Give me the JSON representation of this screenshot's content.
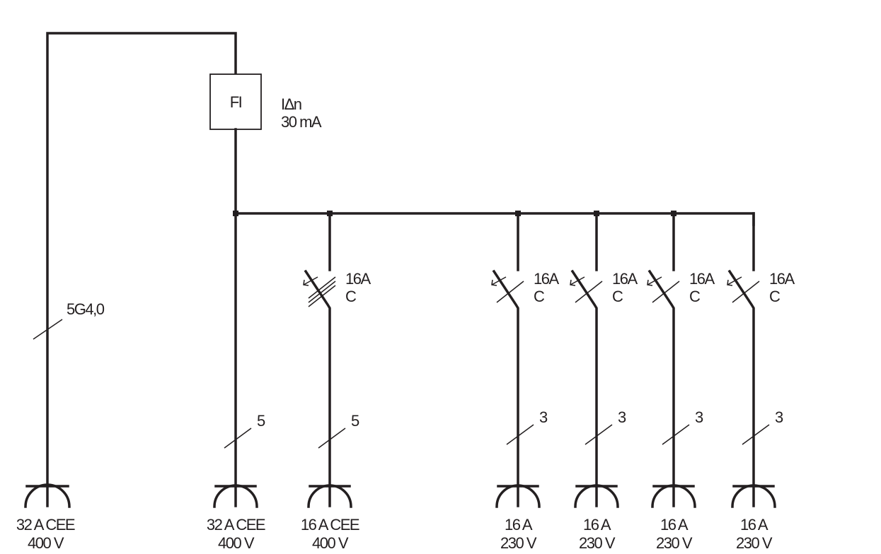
{
  "diagram": {
    "type": "electrical single-line schematic",
    "line_color": "#231f20",
    "background": "#ffffff",
    "rcd": {
      "label": "FI",
      "rating_line1": "IΔn",
      "rating_line2": "30 mA"
    },
    "supply_cable": {
      "conductor_label": "5G4,0"
    },
    "inlet": {
      "line1": "32 A CEE",
      "line2": "400 V"
    },
    "circuits": [
      {
        "id": "c1",
        "breaker": null,
        "conductors": "5",
        "socket_line1": "32 A CEE",
        "socket_line2": "400 V"
      },
      {
        "id": "c2",
        "breaker": {
          "rating": "16A",
          "curve": "C",
          "poles": 3
        },
        "conductors": "5",
        "socket_line1": "16 A CEE",
        "socket_line2": "400 V"
      },
      {
        "id": "c3",
        "breaker": {
          "rating": "16A",
          "curve": "C",
          "poles": 1
        },
        "conductors": "3",
        "socket_line1": "16 A",
        "socket_line2": "230 V"
      },
      {
        "id": "c4",
        "breaker": {
          "rating": "16A",
          "curve": "C",
          "poles": 1
        },
        "conductors": "3",
        "socket_line1": "16 A",
        "socket_line2": "230 V"
      },
      {
        "id": "c5",
        "breaker": {
          "rating": "16A",
          "curve": "C",
          "poles": 1
        },
        "conductors": "3",
        "socket_line1": "16 A",
        "socket_line2": "230 V"
      },
      {
        "id": "c6",
        "breaker": {
          "rating": "16A",
          "curve": "C",
          "poles": 1
        },
        "conductors": "3",
        "socket_line1": "16 A",
        "socket_line2": "230 V"
      }
    ]
  }
}
